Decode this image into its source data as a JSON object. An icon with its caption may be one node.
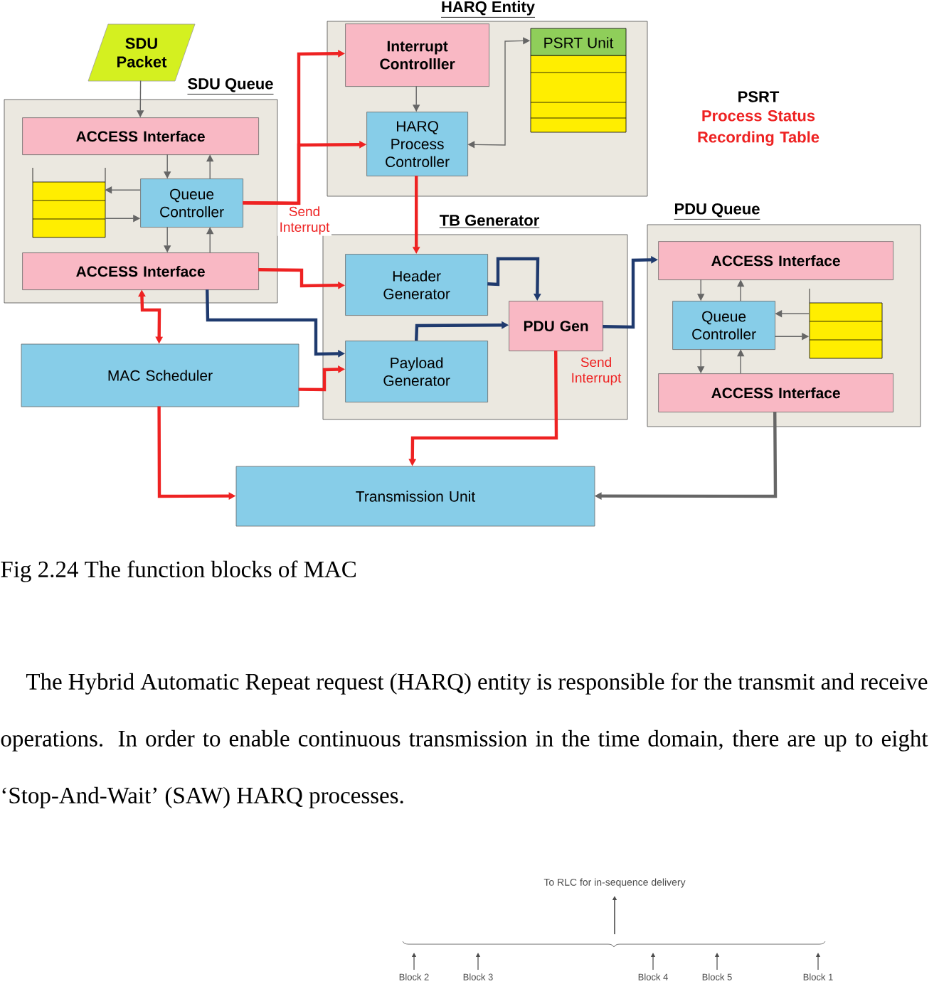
{
  "diagram": {
    "caption": "Fig 2.24 The function blocks of MAC",
    "nodes": [
      {
        "text": [
          "SDU Packet"
        ]
      },
      {
        "text": [
          "SDU Queue"
        ]
      },
      {
        "text": [
          "ACCESS Interface"
        ],
        "in": 1
      },
      {
        "text": [],
        "shape": "box",
        "in": 1
      },
      {
        "text": [
          "Queue Controller"
        ],
        "in": 1
      },
      {
        "text": [
          "ACCESS Interface"
        ],
        "in": 1
      },
      {
        "text": [
          "HARQ Entity"
        ]
      },
      {
        "text": [
          "Interrupt Controlller"
        ],
        "in": 6
      },
      {
        "text": [
          "HARQ Process Controller"
        ],
        "in": 6
      },
      {
        "text": [
          "PSRT Unit"
        ],
        "in": 6
      },
      {
        "text": [
          "TB Generator"
        ]
      },
      {
        "text": [
          "Header Generator"
        ],
        "in": 10
      },
      {
        "text": [
          "Payload Generator"
        ],
        "in": 10
      },
      {
        "text": [
          "PDU Gen"
        ],
        "in": 10
      },
      {
        "text": [
          "PDU Queue"
        ]
      },
      {
        "text": [
          "ACCESS Interface"
        ],
        "in": 14
      },
      {
        "text": [
          "Queue Controller"
        ],
        "in": 14
      },
      {
        "text": [],
        "shape": "box",
        "in": 14
      },
      {
        "text": [
          "ACCESS Interface"
        ],
        "in": 14
      },
      {
        "text": [
          "MAC Scheduler"
        ]
      },
      {
        "text": [
          "Transmission Unit"
        ]
      }
    ],
    "edges": [
      {
        "from": 0,
        "to": 2,
        "arrow": "to"
      },
      {
        "from": 2,
        "to": 4,
        "arrow": "to"
      },
      {
        "from": 4,
        "to": 2,
        "arrow": "to"
      },
      {
        "from": 4,
        "to": 3,
        "arrow": "to"
      },
      {
        "from": 3,
        "to": 4,
        "arrow": "to"
      },
      {
        "from": 4,
        "to": 5,
        "arrow": "to"
      },
      {
        "from": 5,
        "to": 4,
        "arrow": "to"
      },
      {
        "from": 4,
        "to": 7,
        "arrow": "to",
        "label": "Send Interrupt",
        "style": "thick",
        "color": "#ee2222"
      },
      {
        "from": 4,
        "to": 8,
        "arrow": "to",
        "style": "thick",
        "color": "#ee2222"
      },
      {
        "from": 7,
        "to": 8,
        "arrow": "to"
      },
      {
        "from": 8,
        "to": 9,
        "arrow": "both"
      },
      {
        "from": 8,
        "to": 11,
        "arrow": "to",
        "style": "thick",
        "color": "#ee2222"
      },
      {
        "from": 5,
        "to": 11,
        "arrow": "to",
        "style": "thick",
        "color": "#ee2222"
      },
      {
        "from": 5,
        "to": 19,
        "arrow": "both",
        "style": "thick",
        "color": "#ee2222"
      },
      {
        "from": 5,
        "to": 12,
        "arrow": "to",
        "style": "thick",
        "color": "#1f3a6e"
      },
      {
        "from": 19,
        "to": 12,
        "arrow": "to",
        "style": "thick",
        "color": "#ee2222"
      },
      {
        "from": 11,
        "to": 13,
        "arrow": "to",
        "style": "thick",
        "color": "#1f3a6e"
      },
      {
        "from": 12,
        "to": 13,
        "arrow": "to",
        "style": "thick",
        "color": "#1f3a6e"
      },
      {
        "from": 13,
        "to": 15,
        "arrow": "to",
        "style": "thick",
        "color": "#1f3a6e"
      },
      {
        "from": 13,
        "to": 20,
        "arrow": "to",
        "label": "Send Interrupt",
        "style": "thick",
        "color": "#ee2222"
      },
      {
        "from": 19,
        "to": 20,
        "arrow": "to",
        "style": "thick",
        "color": "#ee2222"
      },
      {
        "from": 18,
        "to": 20,
        "arrow": "to",
        "style": "thick"
      },
      {
        "from": 15,
        "to": 16,
        "arrow": "to"
      },
      {
        "from": 16,
        "to": 15,
        "arrow": "to"
      },
      {
        "from": 17,
        "to": 16,
        "arrow": "to"
      },
      {
        "from": 16,
        "to": 17,
        "arrow": "to"
      },
      {
        "from": 16,
        "to": 18,
        "arrow": "to"
      },
      {
        "from": 18,
        "to": 16,
        "arrow": "to"
      }
    ],
    "labels": [
      "PSRT",
      "Process Status Recording Table",
      "The Hybrid Automatic Repeat request (HARQ) entity is responsible for the transmit and receive operations. In order to enable continuous transmission in the time domain, there are up to eight ‘Stop-And-Wait’ (SAW) HARQ processes.",
      "To RLC for in-sequence delivery",
      "Block 2",
      "Block 3",
      "Block 4",
      "Block 5",
      "Block 1"
    ]
  }
}
